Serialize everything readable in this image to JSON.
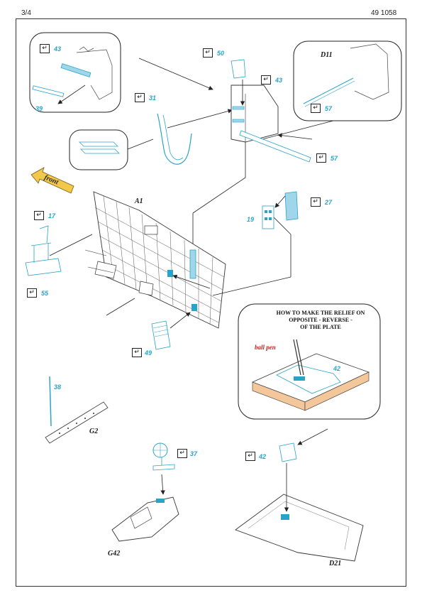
{
  "header": {
    "page": "3/4",
    "code": "49 1058"
  },
  "relief_note": {
    "lines": [
      "HOW TO MAKE THE RELIEF ON",
      "OPPOSITE - REVERSE -",
      "OF THE PLATE"
    ],
    "tool": "ball pen",
    "part": "42"
  },
  "labels": {
    "a1": "A1",
    "g2": "G2",
    "g42": "G42",
    "d11": "D11",
    "d21": "D21",
    "front": "front"
  },
  "parts": {
    "p43a": "43",
    "p39": "39",
    "p31": "31",
    "p50": "50",
    "p43b": "43",
    "p57a": "57",
    "p57b": "57",
    "p17": "17",
    "p19": "19",
    "p27": "27",
    "p55": "55",
    "p49": "49",
    "p38": "38",
    "p37": "37",
    "p42": "42"
  },
  "icons": {
    "step_icon": "fold-arrow-icon",
    "glyph": "↵"
  },
  "colors": {
    "etch": "#2aa3c9",
    "fill": "#9fd6ea",
    "line": "#222222",
    "arrow": "#f2c84a",
    "plate_edge": "#f4c79a",
    "pen": "#d21f1f"
  }
}
